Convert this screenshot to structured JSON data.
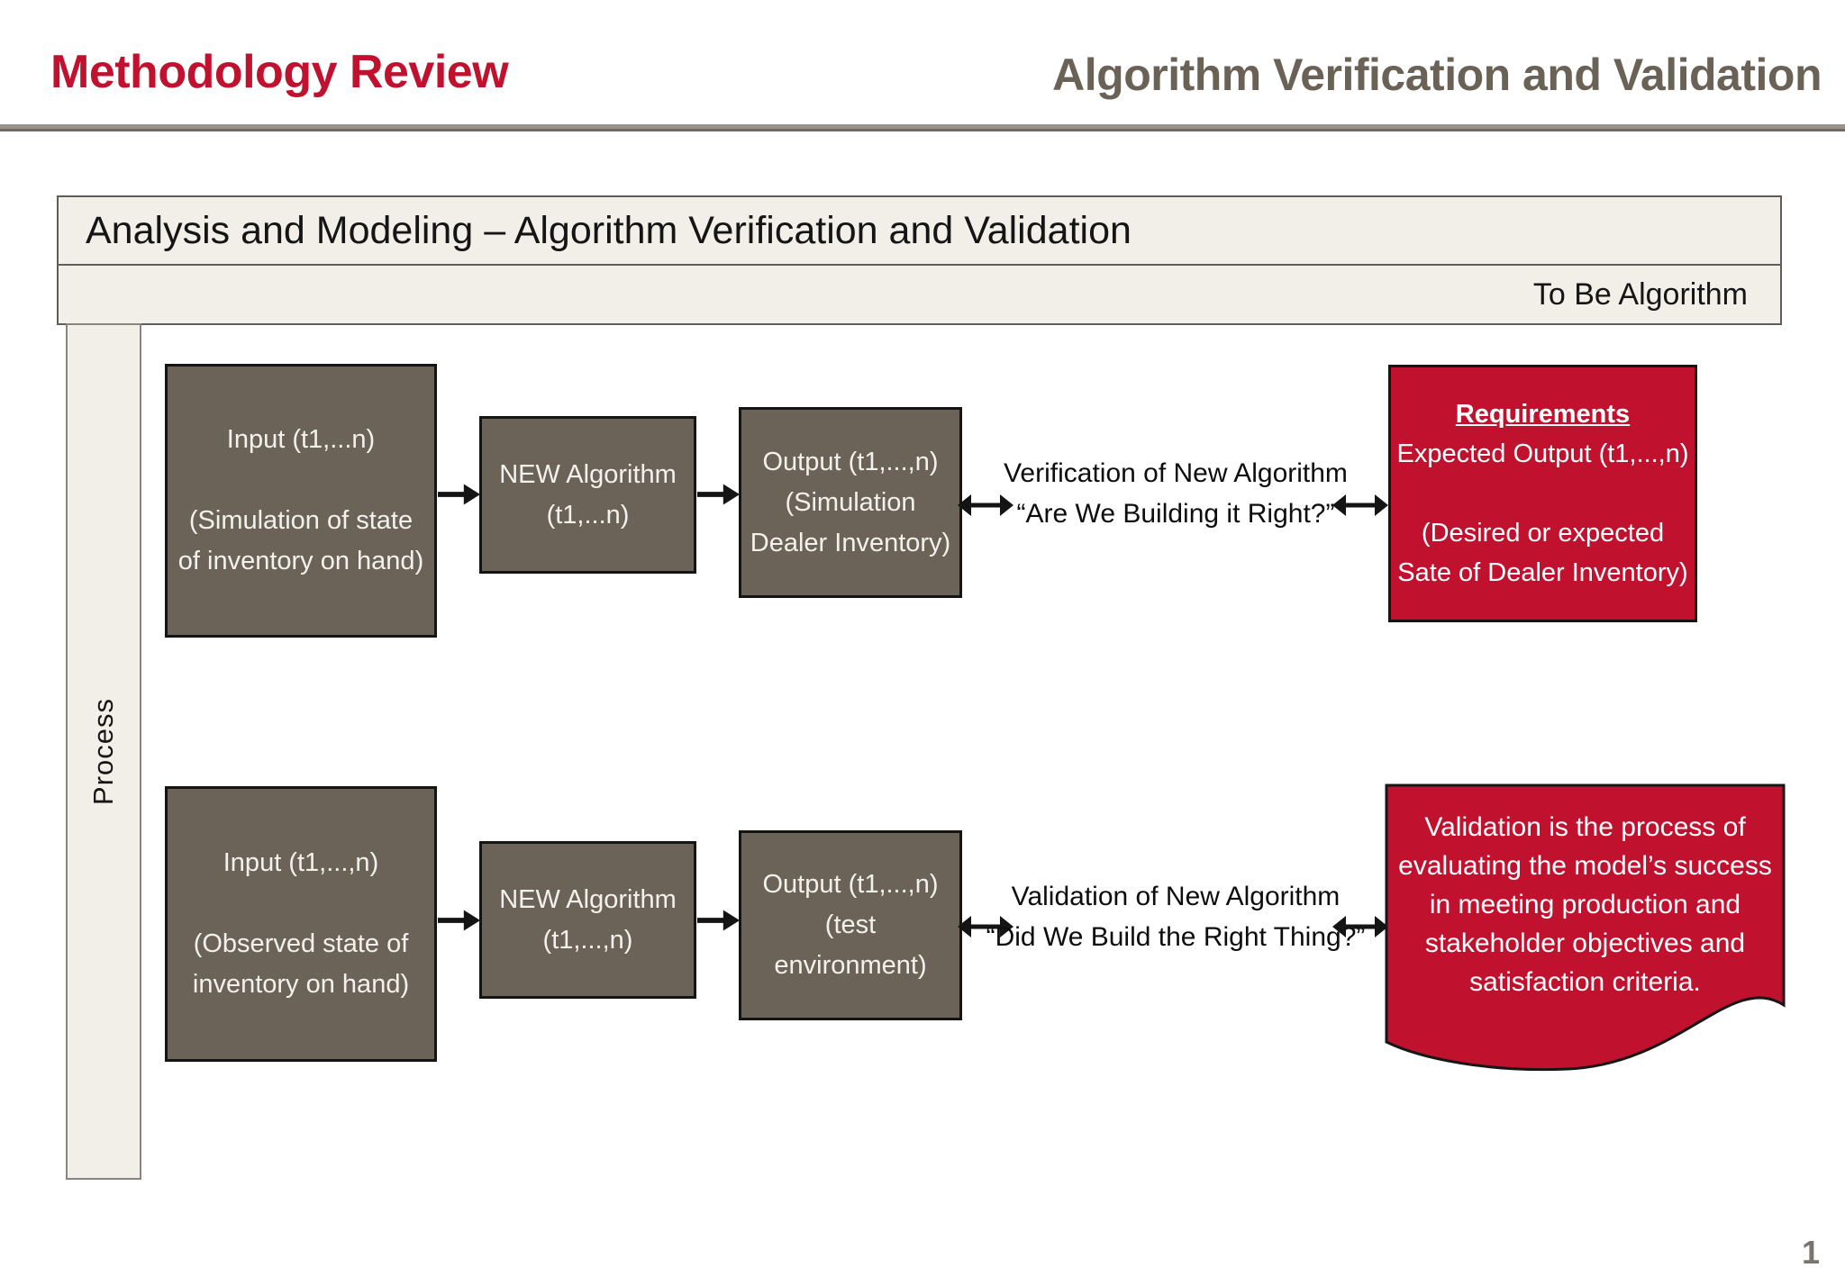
{
  "header": {
    "title_left": "Methodology Review",
    "title_right": "Algorithm Verification and Validation"
  },
  "panel": {
    "title": "Analysis and Modeling – Algorithm Verification and Validation",
    "corner_label": "To Be Algorithm",
    "lane_label": "Process"
  },
  "colors": {
    "accent_red": "#c0122f",
    "box_gray": "#6b6358",
    "panel_beige": "#f2efe9"
  },
  "diagram": {
    "row1": {
      "input": {
        "lines": [
          "Input (t1,...n)",
          "",
          "(Simulation of state",
          "of inventory on hand)"
        ]
      },
      "algorithm": {
        "lines": [
          "NEW Algorithm",
          "(t1,...n)"
        ]
      },
      "output": {
        "lines": [
          "Output  (t1,...,n)",
          "(Simulation",
          "Dealer Inventory)"
        ]
      },
      "relation": {
        "lines": [
          "Verification of New Algorithm",
          "“Are We Building it Right?”"
        ]
      },
      "requirements": {
        "title": "Requirements",
        "lines": [
          "Expected Output (t1,...,n)",
          "",
          "(Desired  or expected",
          "Sate of Dealer Inventory)"
        ]
      }
    },
    "row2": {
      "input": {
        "lines": [
          "Input (t1,...,n)",
          "",
          "(Observed state of",
          "inventory on hand)"
        ]
      },
      "algorithm": {
        "lines": [
          "NEW Algorithm",
          "(t1,...,n)"
        ]
      },
      "output": {
        "lines": [
          "Output  (t1,...,n)",
          "(test",
          "environment)"
        ]
      },
      "relation": {
        "lines": [
          "Validation of New Algorithm",
          "“Did We Build the Right Thing?”"
        ]
      },
      "note": {
        "lines": [
          "Validation is the process of",
          "evaluating the model’s success",
          "in meeting production and",
          "stakeholder objectives and",
          "satisfaction criteria."
        ]
      }
    }
  },
  "footer": {
    "page_number": "1"
  }
}
